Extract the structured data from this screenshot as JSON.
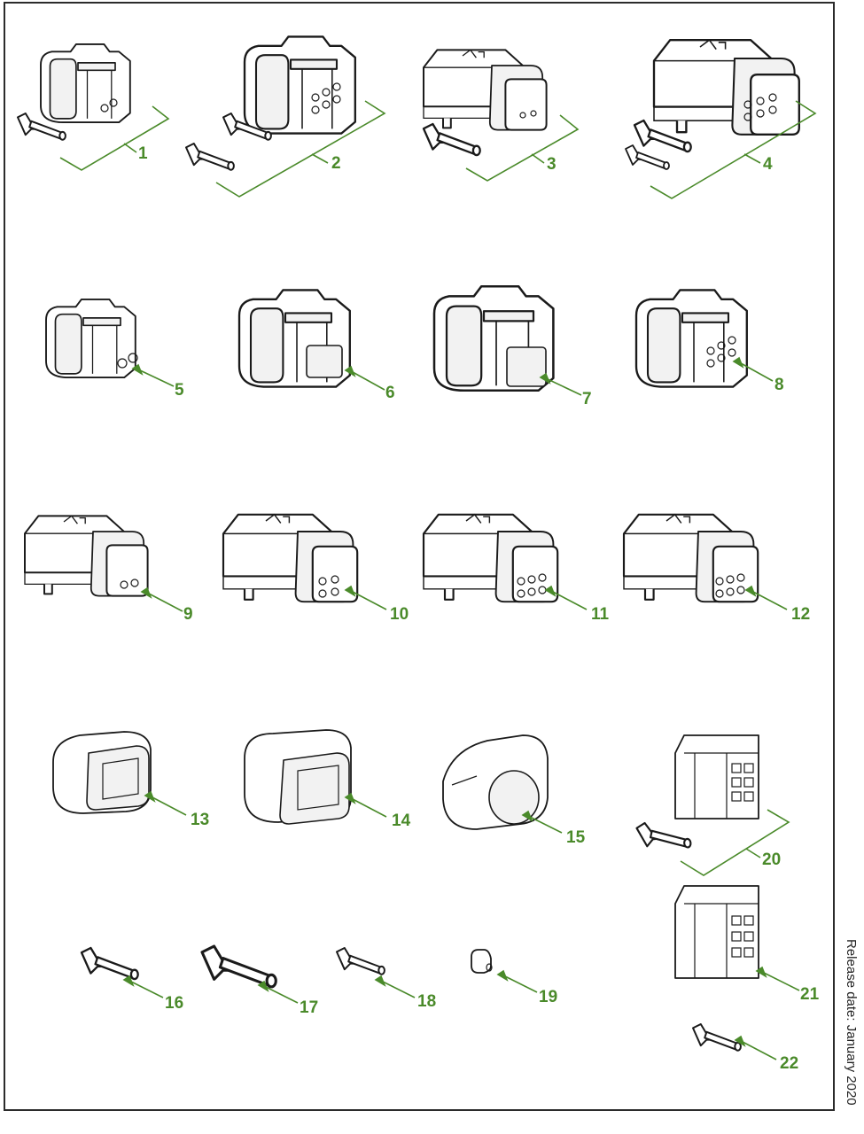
{
  "release_text": "Release date: January 2020",
  "callouts": [
    {
      "id": "1",
      "label": "1"
    },
    {
      "id": "2",
      "label": "2"
    },
    {
      "id": "3",
      "label": "3"
    },
    {
      "id": "4",
      "label": "4"
    },
    {
      "id": "5",
      "label": "5"
    },
    {
      "id": "6",
      "label": "6"
    },
    {
      "id": "7",
      "label": "7"
    },
    {
      "id": "8",
      "label": "8"
    },
    {
      "id": "9",
      "label": "9"
    },
    {
      "id": "10",
      "label": "10"
    },
    {
      "id": "11",
      "label": "11"
    },
    {
      "id": "12",
      "label": "12"
    },
    {
      "id": "13",
      "label": "13"
    },
    {
      "id": "14",
      "label": "14"
    },
    {
      "id": "15",
      "label": "15"
    },
    {
      "id": "16",
      "label": "16"
    },
    {
      "id": "17",
      "label": "17"
    },
    {
      "id": "18",
      "label": "18"
    },
    {
      "id": "19",
      "label": "19"
    },
    {
      "id": "20",
      "label": "20"
    },
    {
      "id": "21",
      "label": "21"
    },
    {
      "id": "22",
      "label": "22"
    }
  ],
  "colors": {
    "callout": "#4a8a2a",
    "line_art": "#1a1a1a",
    "frame": "#2b2b2b"
  }
}
